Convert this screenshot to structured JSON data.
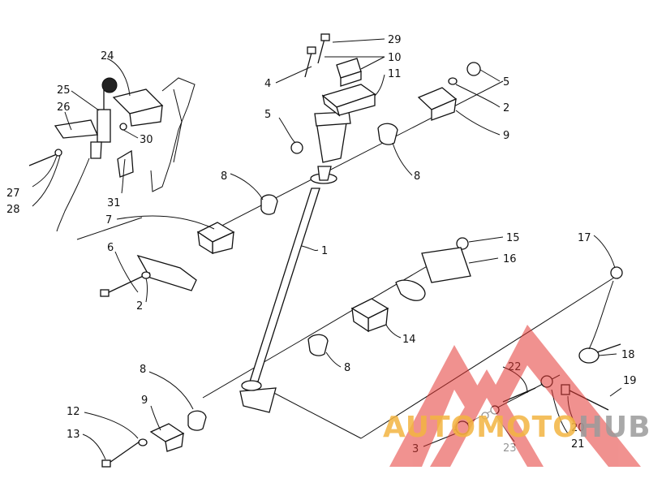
{
  "callouts": [
    {
      "id": "c29",
      "text": "29"
    },
    {
      "id": "c10",
      "text": "10"
    },
    {
      "id": "c4",
      "text": "4"
    },
    {
      "id": "c11",
      "text": "11"
    },
    {
      "id": "c5a",
      "text": "5"
    },
    {
      "id": "c5b",
      "text": "5"
    },
    {
      "id": "c2a",
      "text": "2"
    },
    {
      "id": "c9a",
      "text": "9"
    },
    {
      "id": "c8a",
      "text": "8"
    },
    {
      "id": "c8b",
      "text": "8"
    },
    {
      "id": "c7",
      "text": "7"
    },
    {
      "id": "c24",
      "text": "24"
    },
    {
      "id": "c25",
      "text": "25"
    },
    {
      "id": "c26",
      "text": "26"
    },
    {
      "id": "c30",
      "text": "30"
    },
    {
      "id": "c27",
      "text": "27"
    },
    {
      "id": "c28",
      "text": "28"
    },
    {
      "id": "c31",
      "text": "31"
    },
    {
      "id": "c6",
      "text": "6"
    },
    {
      "id": "c2b",
      "text": "2"
    },
    {
      "id": "c1",
      "text": "1"
    },
    {
      "id": "c15",
      "text": "15"
    },
    {
      "id": "c16",
      "text": "16"
    },
    {
      "id": "c17",
      "text": "17"
    },
    {
      "id": "c14",
      "text": "14"
    },
    {
      "id": "c8c",
      "text": "8"
    },
    {
      "id": "c8d",
      "text": "8"
    },
    {
      "id": "c9b",
      "text": "9"
    },
    {
      "id": "c12",
      "text": "12"
    },
    {
      "id": "c13",
      "text": "13"
    },
    {
      "id": "c18",
      "text": "18"
    },
    {
      "id": "c22",
      "text": "22"
    },
    {
      "id": "c19",
      "text": "19"
    },
    {
      "id": "c20",
      "text": "20"
    },
    {
      "id": "c21",
      "text": "21"
    },
    {
      "id": "c23",
      "text": "23"
    },
    {
      "id": "c3",
      "text": "3"
    }
  ],
  "watermark": {
    "text_part1": "AUTOMOTO",
    "text_part2": "HUB",
    "colors": {
      "triangle": "#e53935",
      "text_part1": "#f3b541",
      "text_part2": "#9b9b9b"
    }
  }
}
